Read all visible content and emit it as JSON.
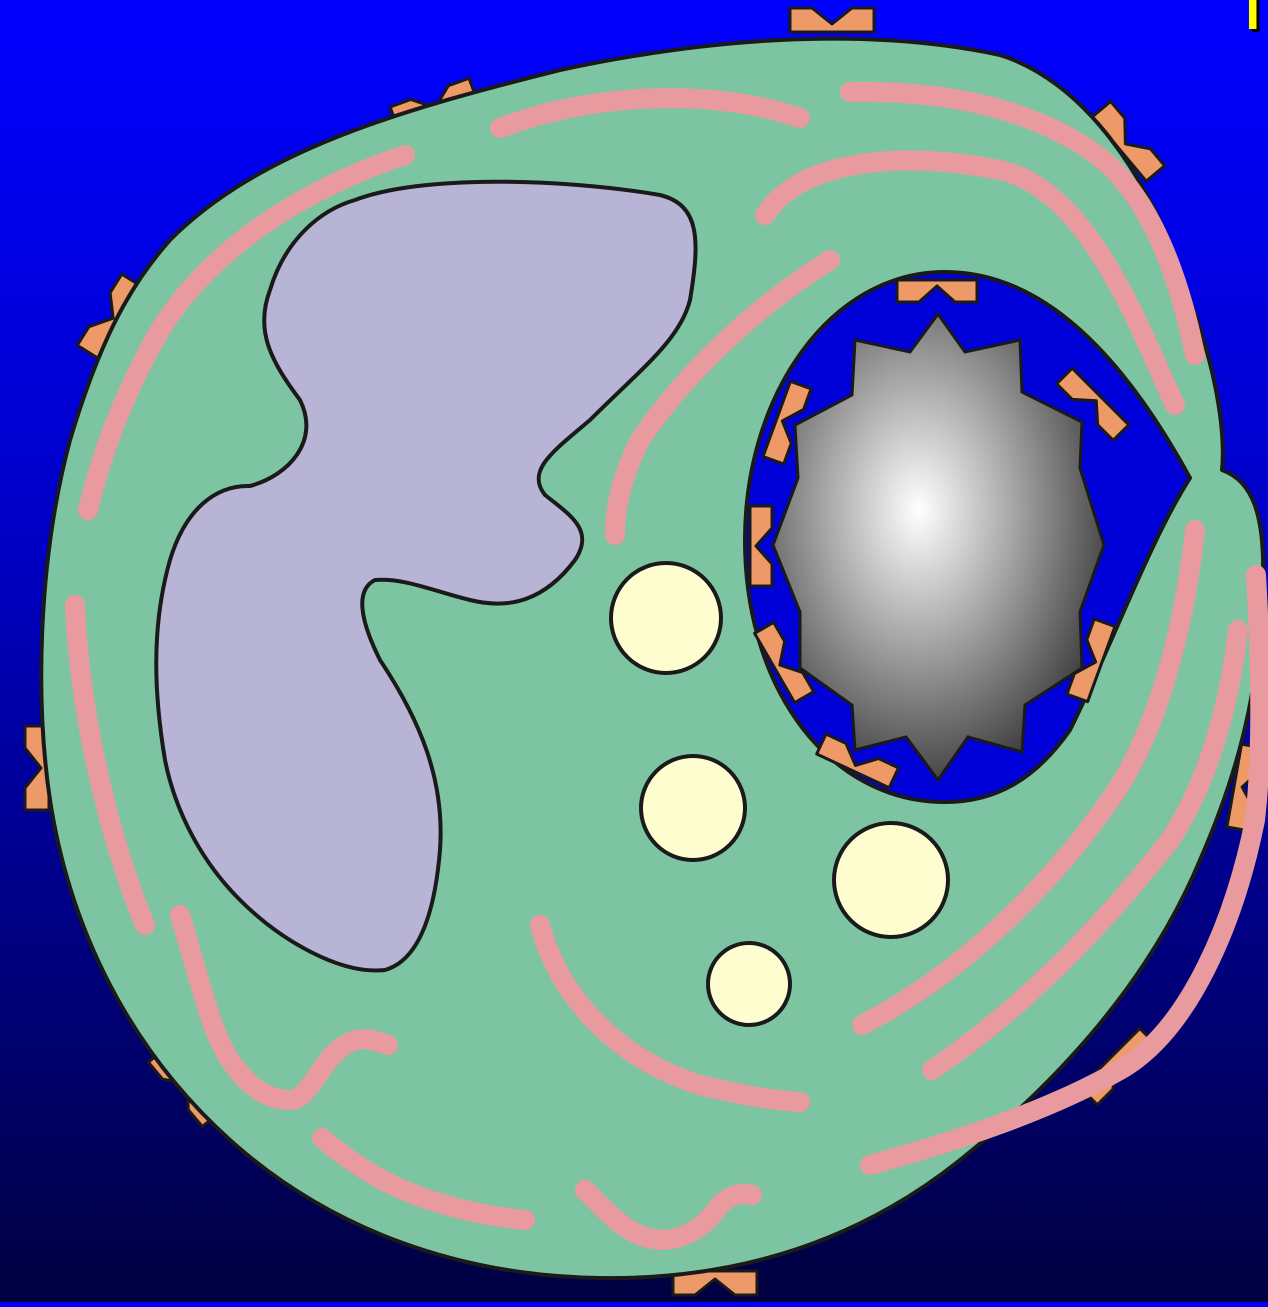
{
  "diagram": {
    "corner_label": "I",
    "colors": {
      "background_top": "#0000ff",
      "background_bottom": "#000040",
      "cytoplasm": "#7dc5a2",
      "membrane_outline": "#1a1a1a",
      "endoplasmic_reticulum": "#e99a9e",
      "nucleus": "#b8b4d6",
      "granules": "#fefdd0",
      "receptors": "#ee9a68",
      "phagosome_space": "#0000d8",
      "particle_light": "#ffffff",
      "particle_dark": "#3a3a3a"
    },
    "parts": [
      {
        "name": "cell-membrane",
        "icon": "cell-outline"
      },
      {
        "name": "cytoplasm",
        "icon": "fill"
      },
      {
        "name": "nucleus",
        "icon": "lobed-blob"
      },
      {
        "name": "endoplasmic-reticulum",
        "icon": "curved-strands"
      },
      {
        "name": "granules",
        "count": 4,
        "icon": "circles"
      },
      {
        "name": "surface-receptors",
        "count": 10,
        "icon": "notched-tabs"
      },
      {
        "name": "phagosome",
        "icon": "ellipse"
      },
      {
        "name": "engulfed-particle",
        "icon": "spiky-sphere"
      }
    ]
  }
}
